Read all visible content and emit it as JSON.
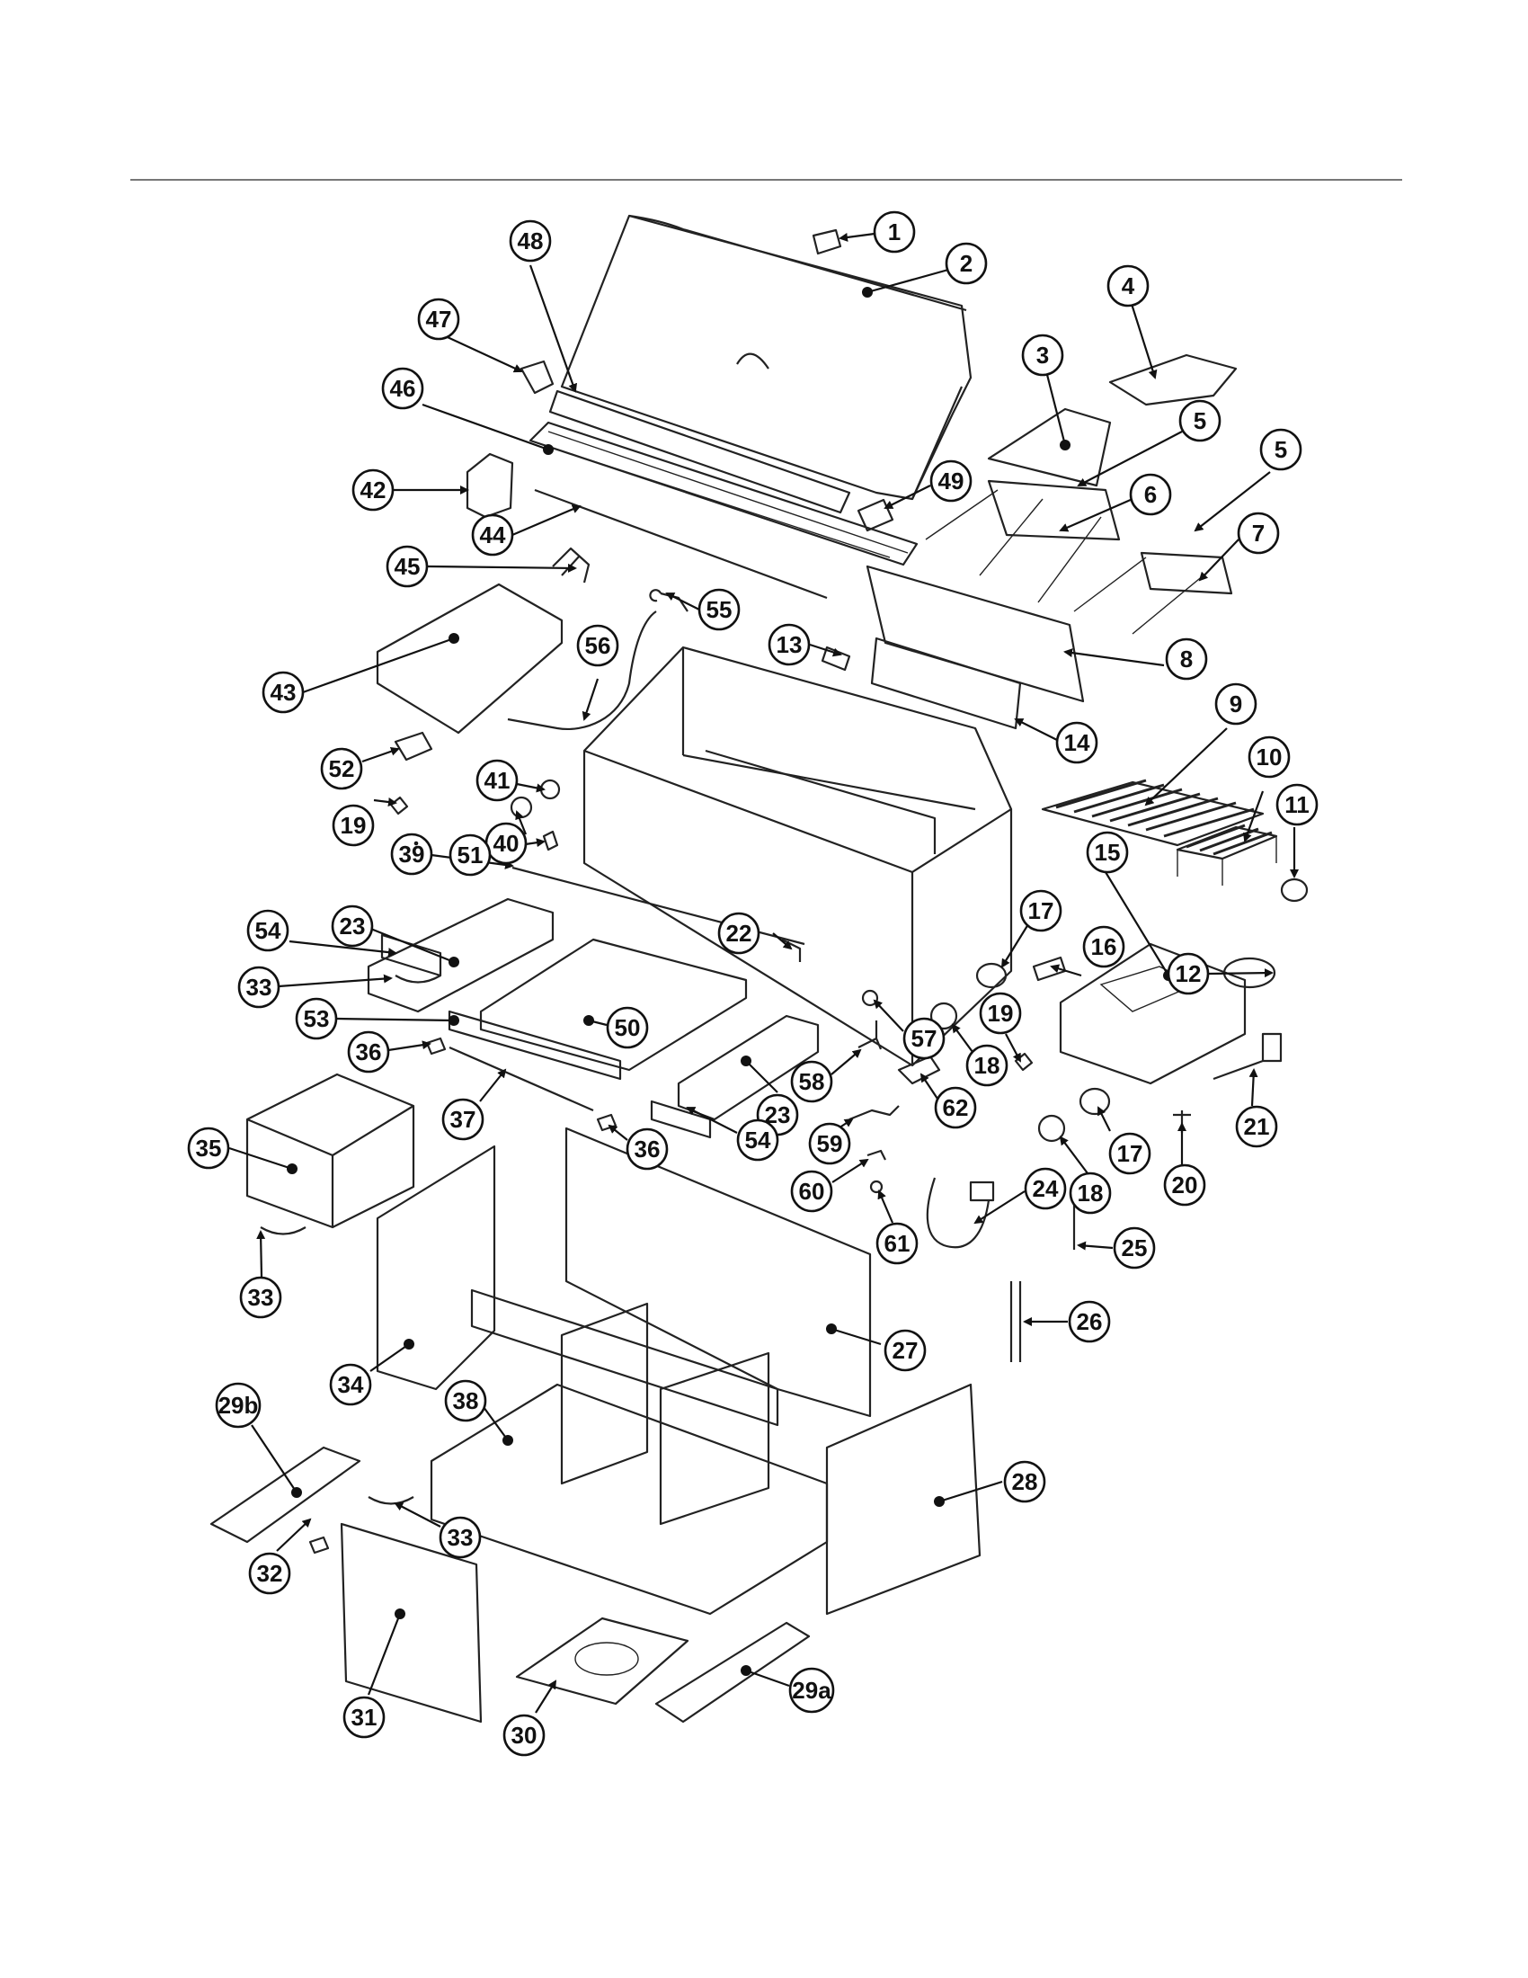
{
  "diagram": {
    "callouts": [
      "1",
      "2",
      "3",
      "4",
      "5",
      "5",
      "6",
      "7",
      "8",
      "9",
      "10",
      "11",
      "12",
      "13",
      "14",
      "15",
      "16",
      "17",
      "17",
      "18",
      "18",
      "19",
      "19",
      "20",
      "21",
      "22",
      "23",
      "23",
      "24",
      "25",
      "26",
      "27",
      "28",
      "29a",
      "29b",
      "30",
      "31",
      "32",
      "33",
      "33",
      "33",
      "34",
      "35",
      "36",
      "36",
      "37",
      "38",
      "39",
      "40",
      "41",
      "42",
      "43",
      "44",
      "45",
      "46",
      "47",
      "48",
      "49",
      "50",
      "51",
      "52",
      "53",
      "54",
      "54",
      "55",
      "56",
      "57",
      "58",
      "59",
      "60",
      "61",
      "62"
    ]
  }
}
